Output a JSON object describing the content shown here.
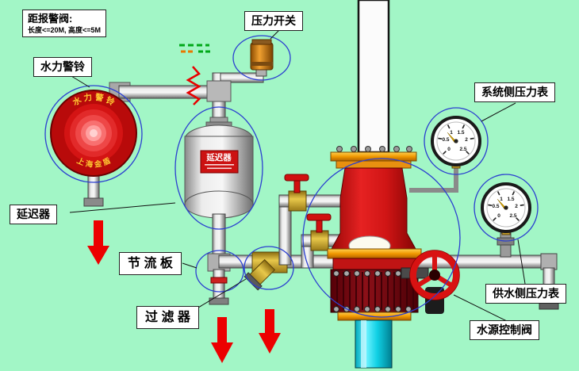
{
  "colors": {
    "background": "#a2f6c6",
    "flow_arrow_red": "#ec0000",
    "valve_body_red": "#cc1111",
    "flange_orange": "#f0a000",
    "supply_pipe_cyan": "#10d0e4",
    "annotation_blue": "#2b3fd0",
    "bell_gold_text": "#ffc832"
  },
  "callout": {
    "title": "距报警阀:",
    "subtitle": "长度<=20M, 高度<=5M"
  },
  "labels": {
    "water_bell": "水力警铃",
    "pressure_switch": "压力开关",
    "system_gauge": "系统侧压力表",
    "delay_chamber": "延迟器",
    "throttle_plate": "节 流 板",
    "filter": "过 滤 器",
    "supply_gauge": "供水侧压力表",
    "water_control_valve": "水源控制阀"
  },
  "bell": {
    "arc_top": "水 力 警 铃",
    "arc_bottom": "上 海 金 盾"
  },
  "retard_chamber": {
    "plate_title": "延迟器"
  },
  "gauge_ticks": [
    "0",
    "0.5",
    "1",
    "1.5",
    "2",
    "2.5"
  ]
}
